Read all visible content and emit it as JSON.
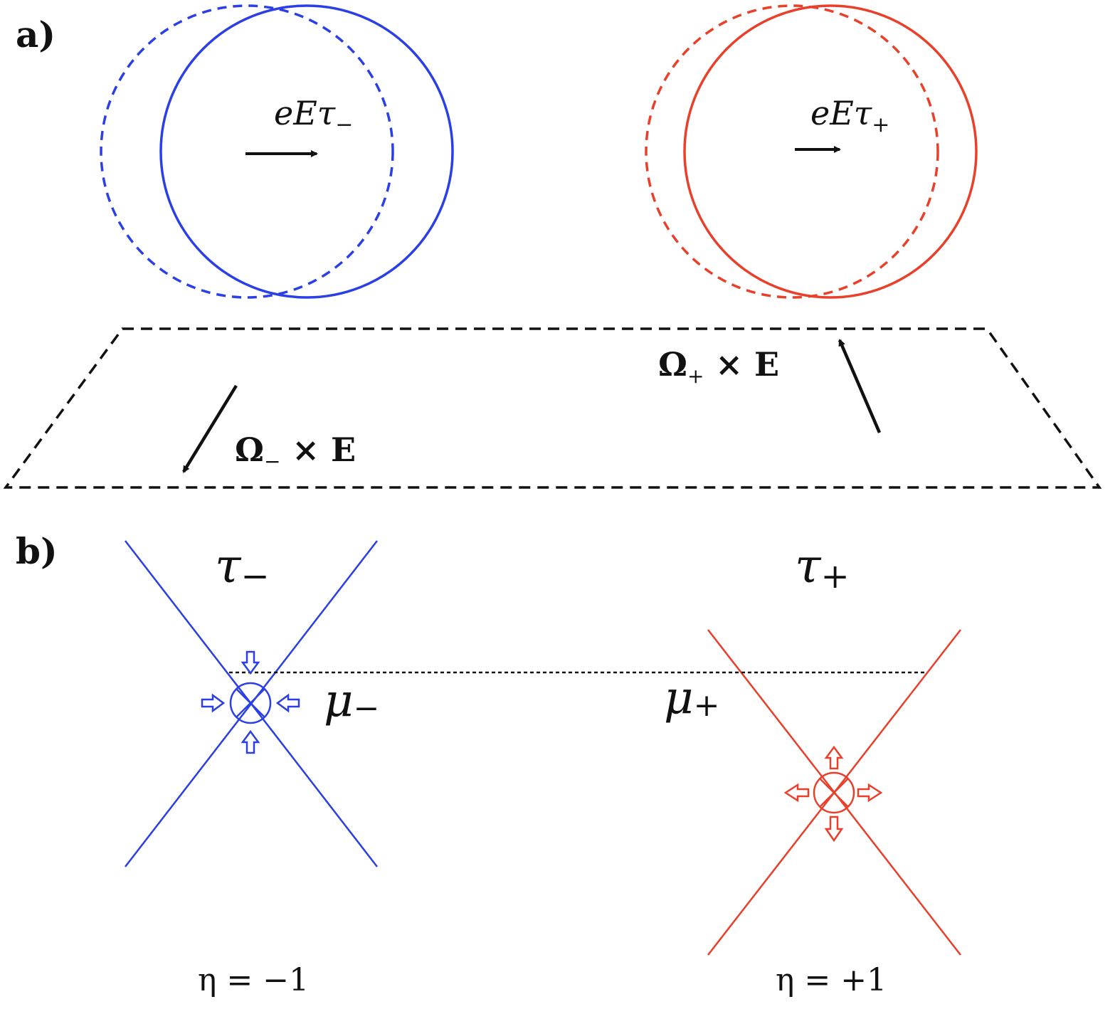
{
  "panels": {
    "a": {
      "label": "a)",
      "left_shift_label": {
        "base": "eEτ",
        "sub": "−"
      },
      "right_shift_label": {
        "base": "eEτ",
        "sub": "+"
      },
      "left_drift_label": {
        "omega": "Ω",
        "sub": "−",
        "rest": " × E"
      },
      "right_drift_label": {
        "omega": "Ω",
        "sub": "+",
        "rest": " × E"
      }
    },
    "b": {
      "label": "b)",
      "left_valley": {
        "name_base": "τ",
        "name_sub": "−",
        "mu_base": "μ",
        "mu_sub": "−",
        "eta": "η = −1"
      },
      "right_valley": {
        "name_base": "τ",
        "name_sub": "+",
        "mu_base": "μ",
        "mu_sub": "+",
        "eta": "η = +1"
      }
    }
  },
  "colors": {
    "valley_minus": "#2b3fe6",
    "valley_plus": "#e8402a",
    "ink": "#111111"
  },
  "icons": {
    "shift_arrow": "right-arrow-icon",
    "drift_arrow": "diagonal-arrow-icon",
    "into_page": "otimes-icon",
    "pressure_arrows": "hollow-arrow-icon"
  }
}
